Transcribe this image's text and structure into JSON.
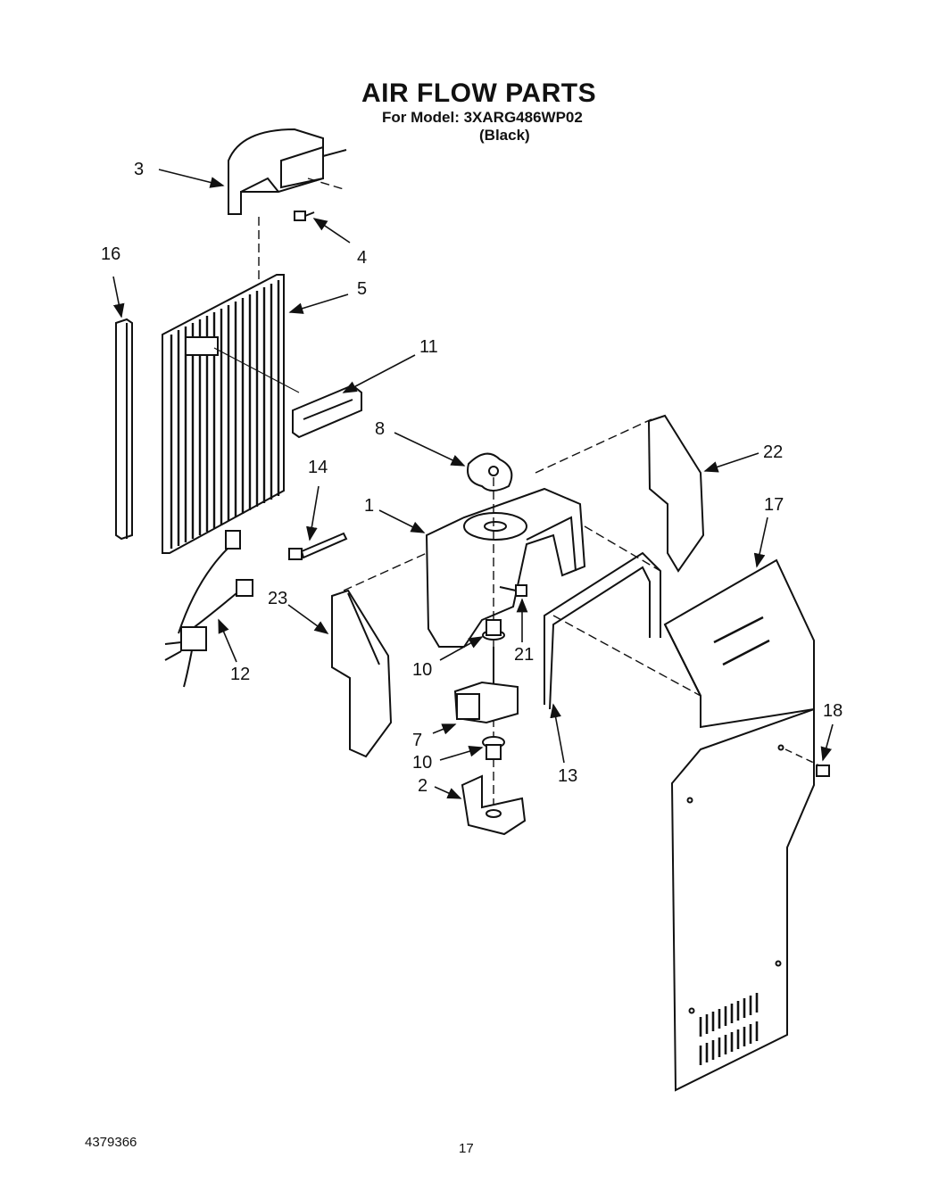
{
  "header": {
    "title": "AIR FLOW PARTS",
    "model_line": "For Model: 3XARG486WP02",
    "color_line": "(Black)"
  },
  "footer": {
    "doc_number": "4379366",
    "page_number": "17"
  },
  "callouts": [
    {
      "id": "c3",
      "label": "3"
    },
    {
      "id": "c4",
      "label": "4"
    },
    {
      "id": "c16",
      "label": "16"
    },
    {
      "id": "c5",
      "label": "5"
    },
    {
      "id": "c11",
      "label": "11"
    },
    {
      "id": "c8",
      "label": "8"
    },
    {
      "id": "c14",
      "label": "14"
    },
    {
      "id": "c22",
      "label": "22"
    },
    {
      "id": "c1",
      "label": "1"
    },
    {
      "id": "c17",
      "label": "17"
    },
    {
      "id": "c23",
      "label": "23"
    },
    {
      "id": "c21",
      "label": "21"
    },
    {
      "id": "c10a",
      "label": "10"
    },
    {
      "id": "c12",
      "label": "12"
    },
    {
      "id": "c18",
      "label": "18"
    },
    {
      "id": "c7",
      "label": "7"
    },
    {
      "id": "c10b",
      "label": "10"
    },
    {
      "id": "c13",
      "label": "13"
    },
    {
      "id": "c2",
      "label": "2"
    }
  ]
}
